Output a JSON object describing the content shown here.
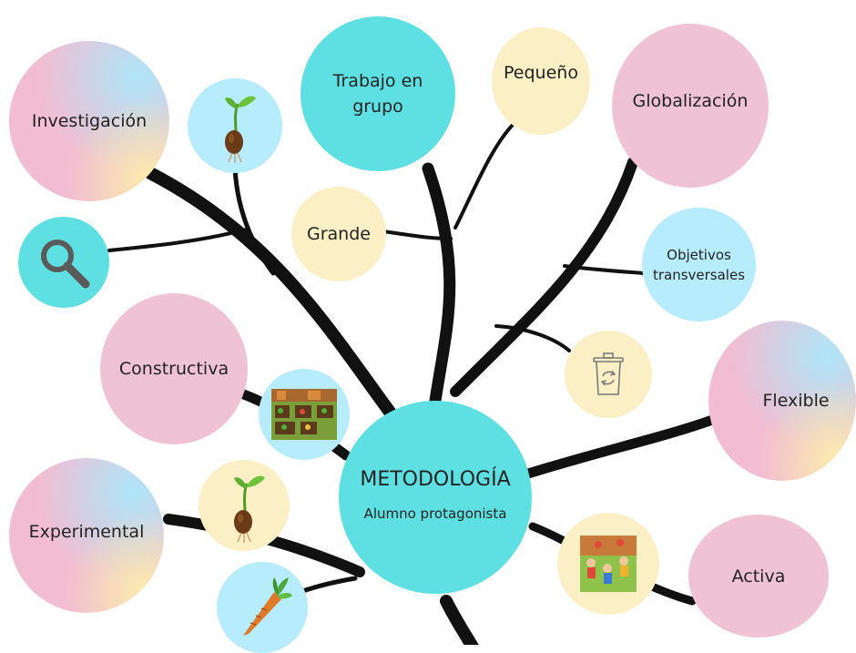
{
  "center": {
    "title": "METODOLOGÍA",
    "subtitle": "Alumno protagonista"
  },
  "nodes": {
    "investigacion": "Investigación",
    "trabajo_line1": "Trabajo en",
    "trabajo_line2": "grupo",
    "pequeno": "Pequeño",
    "globalizacion": "Globalización",
    "grande": "Grande",
    "objetivos_line1": "Objetivos",
    "objetivos_line2": "transversales",
    "constructiva": "Constructiva",
    "flexible": "Flexible",
    "experimental": "Experimental",
    "activa": "Activa"
  },
  "icons": [
    "sprout-icon",
    "magnifier-icon",
    "recycle-bin-icon",
    "garden-icon",
    "children-playing-icon",
    "carrot-icon"
  ],
  "colors": {
    "pink": "#efc3d4",
    "cyan": "#5ee0e3",
    "cream": "#fbefc5",
    "light_blue": "#b6ecfb",
    "branch": "#111111"
  }
}
